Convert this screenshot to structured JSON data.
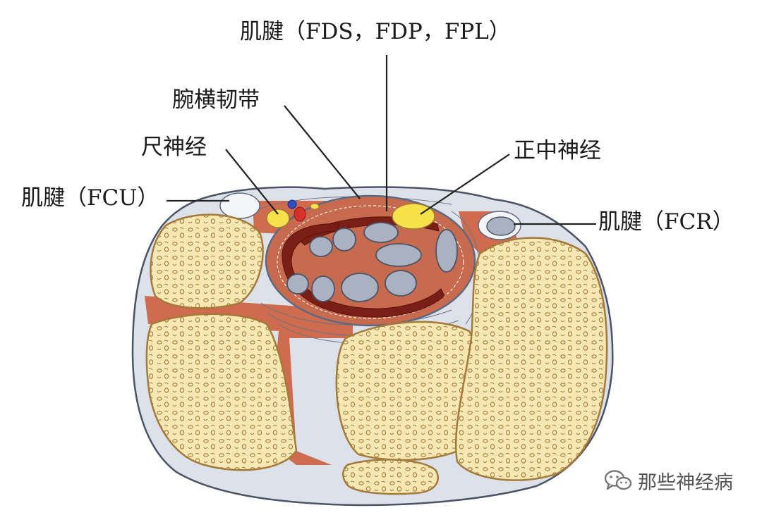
{
  "labels": {
    "tendon_flexor": "肌腱（FDS，FDP，FPL）",
    "ligament": "腕横韧带",
    "ulnar_nerve": "尺神经",
    "median_nerve": "正中神经",
    "tendon_fcu": "肌腱（FCU）",
    "tendon_fcr": "肌腱（FCR）"
  },
  "watermark": {
    "text": "那些神经病",
    "icon": "wechat-icon"
  },
  "colors": {
    "bone": "#f7e7b3",
    "bone_outline": "#a47a3a",
    "muscle": "#cf6b4e",
    "ligament_band": "#7a1f16",
    "tendon": "#aab2c2",
    "nerve": "#f5e14a",
    "artery": "#d9302a",
    "vein": "#2e4fc4",
    "fascia": "#dde2ea",
    "leader_line": "#222222"
  }
}
